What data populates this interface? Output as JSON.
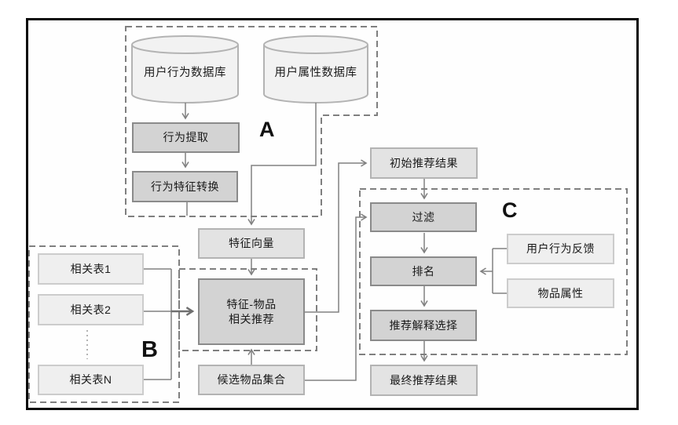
{
  "sections": {
    "a_label": "A",
    "b_label": "B",
    "c_label": "C"
  },
  "nodes": {
    "behavior_db": "用户行为数据库",
    "attribute_db": "用户属性数据库",
    "behavior_extract": "行为提取",
    "behavior_feature_transform": "行为特征转换",
    "feature_vector": "特征向量",
    "feature_item_line1": "特征-物品",
    "feature_item_line2": "相关推荐",
    "initial_result": "初始推荐结果",
    "filter": "过滤",
    "ranking": "排名",
    "explanation_select": "推荐解释选择",
    "final_result": "最终推荐结果",
    "related_table_1": "相关表1",
    "related_table_2": "相关表2",
    "related_table_n": "相关表N",
    "candidate_items": "候选物品集合",
    "user_feedback": "用户行为反馈",
    "item_attributes": "物品属性"
  },
  "colors": {
    "frame_border": "#0a0a0a",
    "dashed_border": "#7f7f7f",
    "connector": "#808080",
    "node_dark_fill": "#d3d3d3",
    "node_medium_fill": "#e3e3e3",
    "node_light_fill": "#efefef",
    "cylinder_fill": "#f2f2f2",
    "text": "#1a1a1a"
  }
}
